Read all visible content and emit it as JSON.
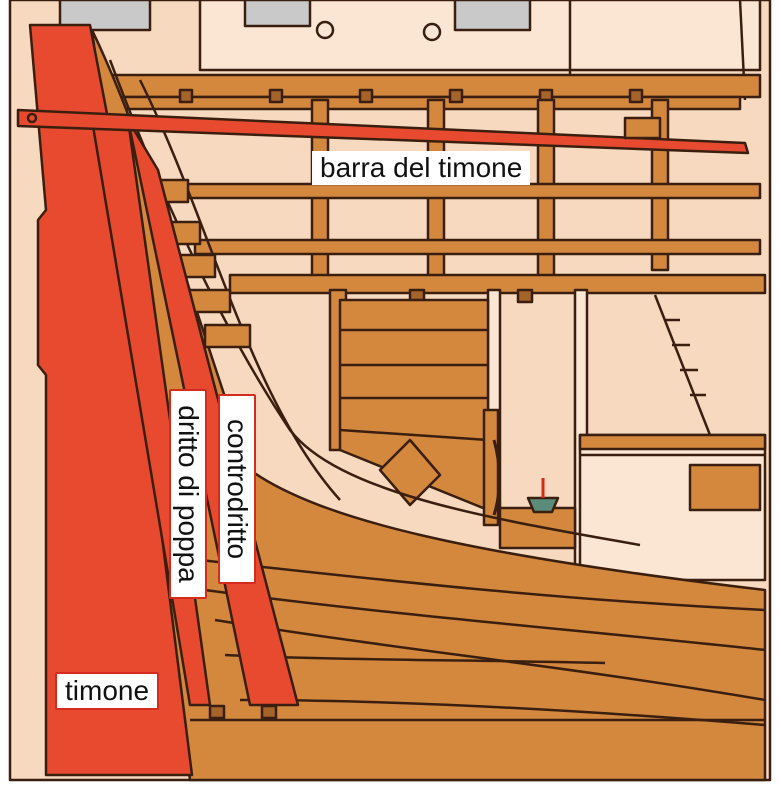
{
  "labels": {
    "tiller": "barra del timone",
    "rudder": "timone",
    "sternpost": "dritto di poppa",
    "inner_sternpost": "controdritto"
  },
  "colors": {
    "highlight": "#e84a30",
    "wood": "#d3883d",
    "wood_dark": "#a5642a",
    "interior": "#f7d9c0",
    "outline": "#3a1f10"
  }
}
